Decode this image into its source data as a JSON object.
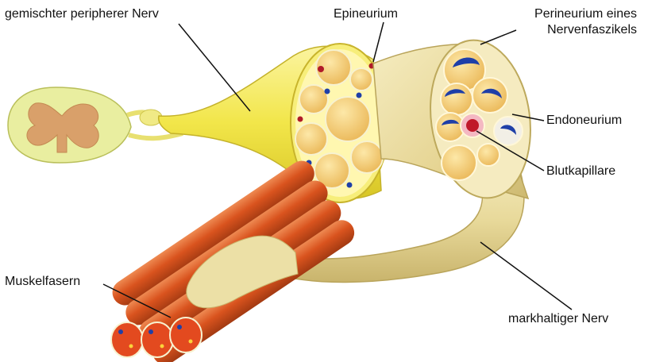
{
  "labels": {
    "mixed_nerve": "gemischter peripherer Nerv",
    "epineurium": "Epineurium",
    "perineurium_line1": "Perineurium eines",
    "perineurium_line2": "Nervenfaszikels",
    "endoneurium": "Endoneurium",
    "capillary": "Blutkapillare",
    "muscle_fibers": "Muskelfasern",
    "myelinated_nerve": "markhaltiger Nerv"
  },
  "colors": {
    "nerve_yellow": "#f2e64a",
    "fascicle_tan": "#f2c56a",
    "perineurium_beige": "#efe2a8",
    "muscle_orange": "#d9531e",
    "myelin_blue": "#1f3fa8",
    "blood_red": "#c0182a"
  }
}
